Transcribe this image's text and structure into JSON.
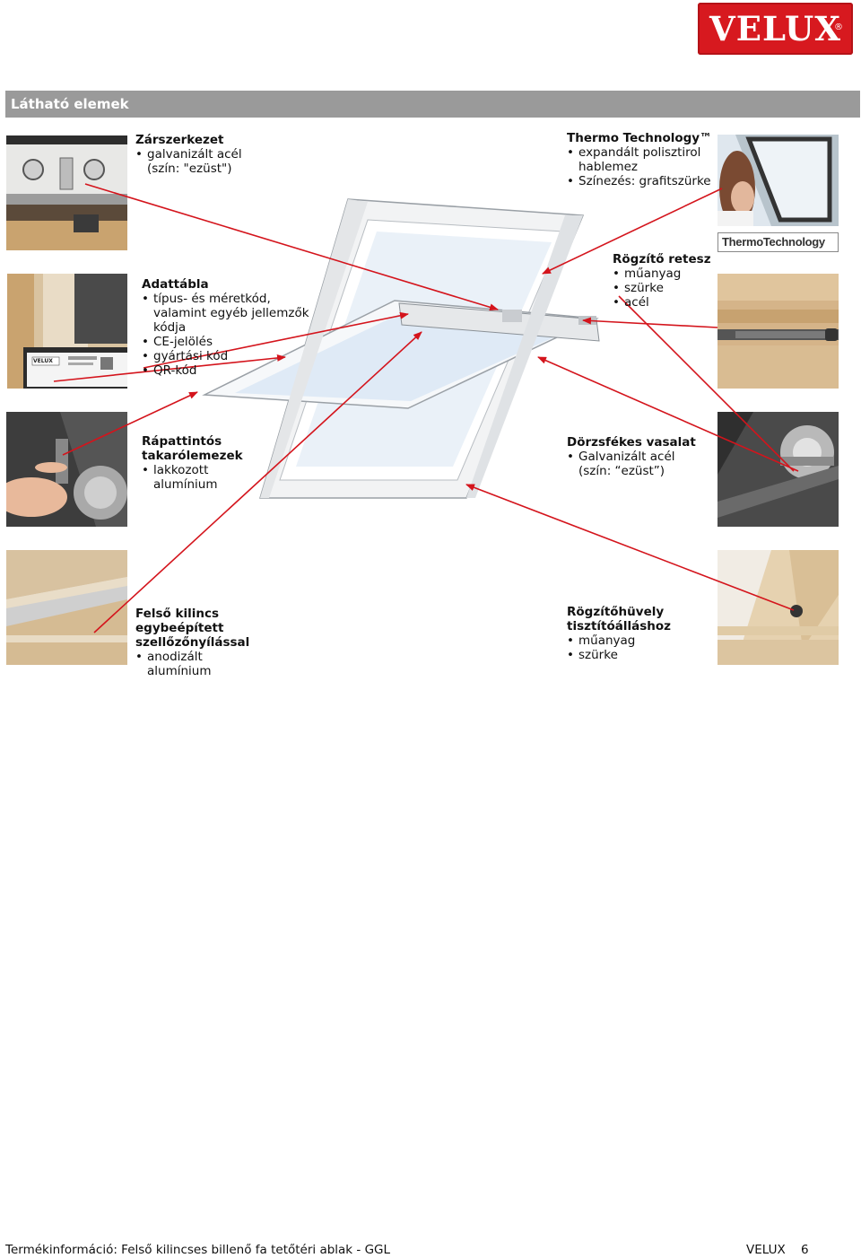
{
  "brand": {
    "logo_text": "VELUX",
    "logo_mark": "®",
    "color": "#d7191f"
  },
  "section_title": "Látható elemek",
  "callouts": {
    "zarszerkezet": {
      "title": "Zárszerkezet",
      "items": [
        "galvanizált acél"
      ],
      "continuation": "(szín: \"ezüst\")"
    },
    "thermo": {
      "title": "Thermo Technology™",
      "items": [
        "expandált polisztirol"
      ],
      "continuation": "hablemez",
      "items2": [
        "Színezés: grafitszürke"
      ]
    },
    "adattabla": {
      "title": "Adattábla",
      "items": [
        "típus- és méretkód, valamint egyéb jellemzők kódja",
        "CE-jelölés",
        "gyártási kód",
        "QR-kód"
      ]
    },
    "retesz": {
      "title": "Rögzítő retesz",
      "items": [
        "műanyag",
        "szürke",
        "acél"
      ]
    },
    "rapattintos": {
      "title_line1": "Rápattintós",
      "title_line2": "takarólemezek",
      "items": [
        "lakkozott alumínium"
      ]
    },
    "dorzsfekes": {
      "title": "Dörzsfékes vasalat",
      "items": [
        "Galvanizált acél"
      ],
      "continuation": "(szín: “ezüst”)"
    },
    "kilincs": {
      "title_line1": "Felső kilincs",
      "title_line2": "egybeépített",
      "title_line3": "szellőzőnyílással",
      "items": [
        "anodizált alumínium"
      ]
    },
    "rogzitohuvely": {
      "title_line1": "Rögzítőhüvely",
      "title_line2": "tisztítóálláshoz",
      "items": [
        "műanyag",
        "szürke"
      ]
    }
  },
  "photo_labels": {
    "thermo_badge": "ThermoTechnology",
    "data_plate": "VELUX"
  },
  "footer": {
    "left": "Termékinformáció: Felső kilincses billenő fa tetőtéri ablak - GGL",
    "brand": "VELUX",
    "page": "6"
  },
  "colors": {
    "leader_line": "#d4141c",
    "bar": "#9a9a9a"
  }
}
